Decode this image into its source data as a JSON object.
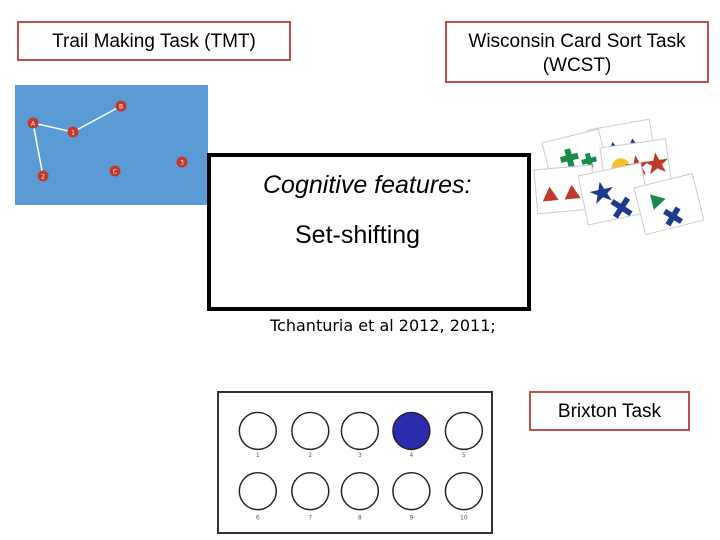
{
  "labels": {
    "tmt": "Trail Making Task (TMT)",
    "wcst_line1": "Wisconsin Card Sort Task",
    "wcst_line2": "(WCST)",
    "brixton": "Brixton Task"
  },
  "center": {
    "heading": "Cognitive features:",
    "subheading": "Set-shifting"
  },
  "citation": "Tchanturia et al 2012, 2011;",
  "tmt_nodes": [
    "A",
    "B",
    "1",
    "2",
    "C",
    "3"
  ],
  "brixton": {
    "row1_numbers": [
      "1",
      "2",
      "3",
      "4",
      "5"
    ],
    "row2_numbers": [
      "6",
      "7",
      "8",
      "9",
      "10"
    ],
    "filled_circle": "4"
  },
  "colors": {
    "box_border": "#c0504d",
    "tmt_background": "#5b9bd5",
    "tmt_node": "#c0392b",
    "filled_circle": "#2b2bb0"
  }
}
